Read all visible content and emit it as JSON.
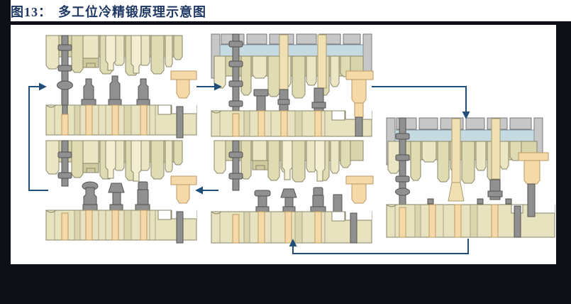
{
  "figure": {
    "label": "图13：",
    "title": "多工位冷精锻原理示意图"
  },
  "colors": {
    "background": "#ffffff",
    "frame_bars": "#0d1117",
    "caption_text": "#1f3864",
    "arrow": "#1f4e79",
    "die_cream": "#ebe7c4",
    "die_mid": "#dfdbb3",
    "die_dark": "#cfcb9e",
    "lower_die": "#e7e3bf",
    "punch_pale": "#f4efd2",
    "pin_tan": "#f5d9a9",
    "column_tan": "#f0e0b4",
    "part_gray": "#909090",
    "cap_gray": "#c7c7c7",
    "clamp_plate_blue": "#c5dbe1"
  },
  "diagram": {
    "panel_count": 5,
    "flow_order": [
      "stage-1-top-left",
      "stage-2-top-middle",
      "stage-3-right",
      "stage-4-bottom-middle",
      "stage-5-bottom-left"
    ],
    "arrow_count": 5
  }
}
